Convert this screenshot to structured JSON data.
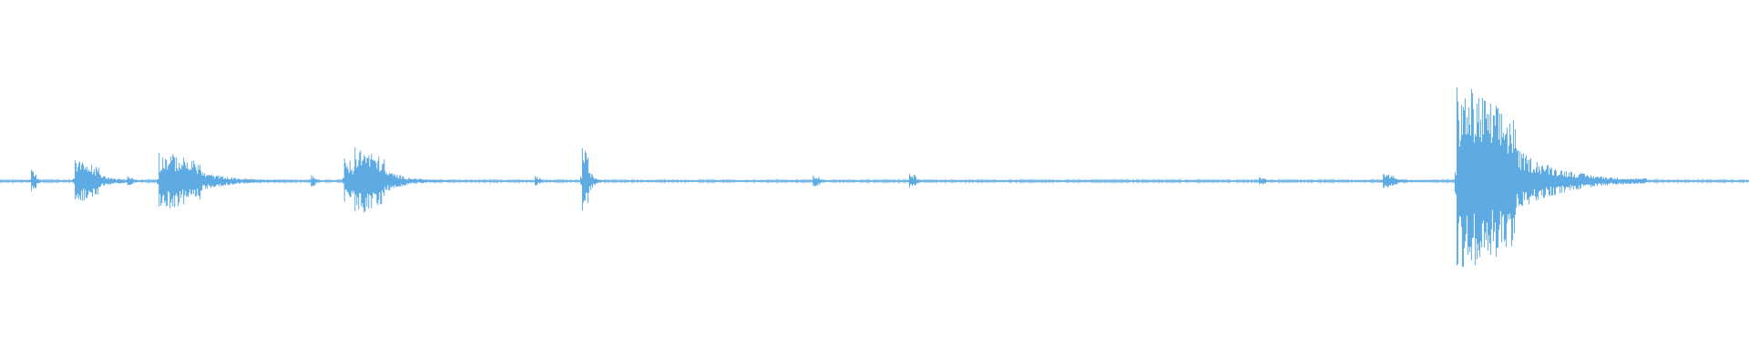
{
  "waveform": {
    "color": "#5eabe3",
    "background": "#ffffff",
    "events": [
      {
        "t": 0.018,
        "amp": 0.12,
        "dur": 0.003
      },
      {
        "t": 0.043,
        "amp": 0.22,
        "dur": 0.014
      },
      {
        "t": 0.073,
        "amp": 0.05,
        "dur": 0.003
      },
      {
        "t": 0.091,
        "amp": 0.3,
        "dur": 0.024
      },
      {
        "t": 0.178,
        "amp": 0.06,
        "dur": 0.003
      },
      {
        "t": 0.197,
        "amp": 0.24,
        "dur": 0.007
      },
      {
        "t": 0.203,
        "amp": 0.36,
        "dur": 0.017
      },
      {
        "t": 0.306,
        "amp": 0.05,
        "dur": 0.003
      },
      {
        "t": 0.333,
        "amp": 0.35,
        "dur": 0.004
      },
      {
        "t": 0.465,
        "amp": 0.06,
        "dur": 0.004
      },
      {
        "t": 0.52,
        "amp": 0.08,
        "dur": 0.004
      },
      {
        "t": 0.72,
        "amp": 0.04,
        "dur": 0.004
      },
      {
        "t": 0.791,
        "amp": 0.08,
        "dur": 0.008
      },
      {
        "t": 0.833,
        "amp": 1.0,
        "dur": 0.034
      }
    ]
  }
}
